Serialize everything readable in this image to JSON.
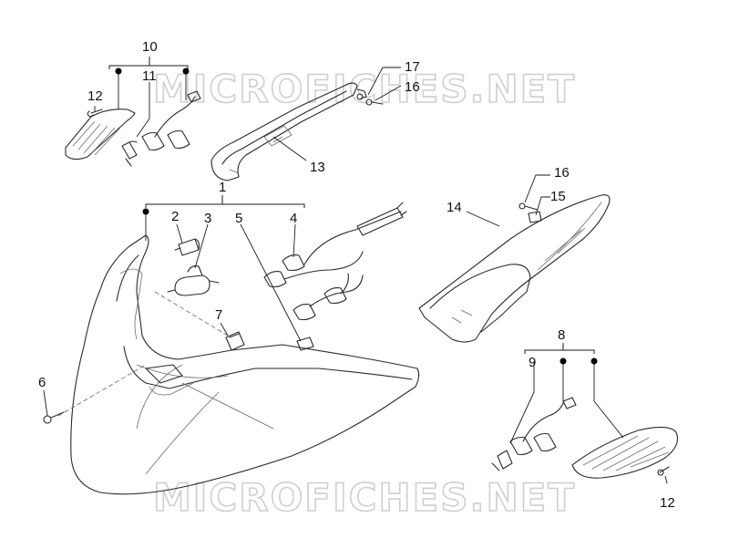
{
  "watermark": {
    "top": "MICROFICHES.NET",
    "bottom": "MICROFICHES.NET"
  },
  "callouts": {
    "c1": "1",
    "c2": "2",
    "c3": "3",
    "c4": "4",
    "c5": "5",
    "c6": "6",
    "c7": "7",
    "c8": "8",
    "c9": "9",
    "c10": "10",
    "c11": "11",
    "c12a": "12",
    "c12b": "12",
    "c13": "13",
    "c14": "14",
    "c15": "15",
    "c16a": "16",
    "c16b": "16",
    "c17": "17"
  }
}
